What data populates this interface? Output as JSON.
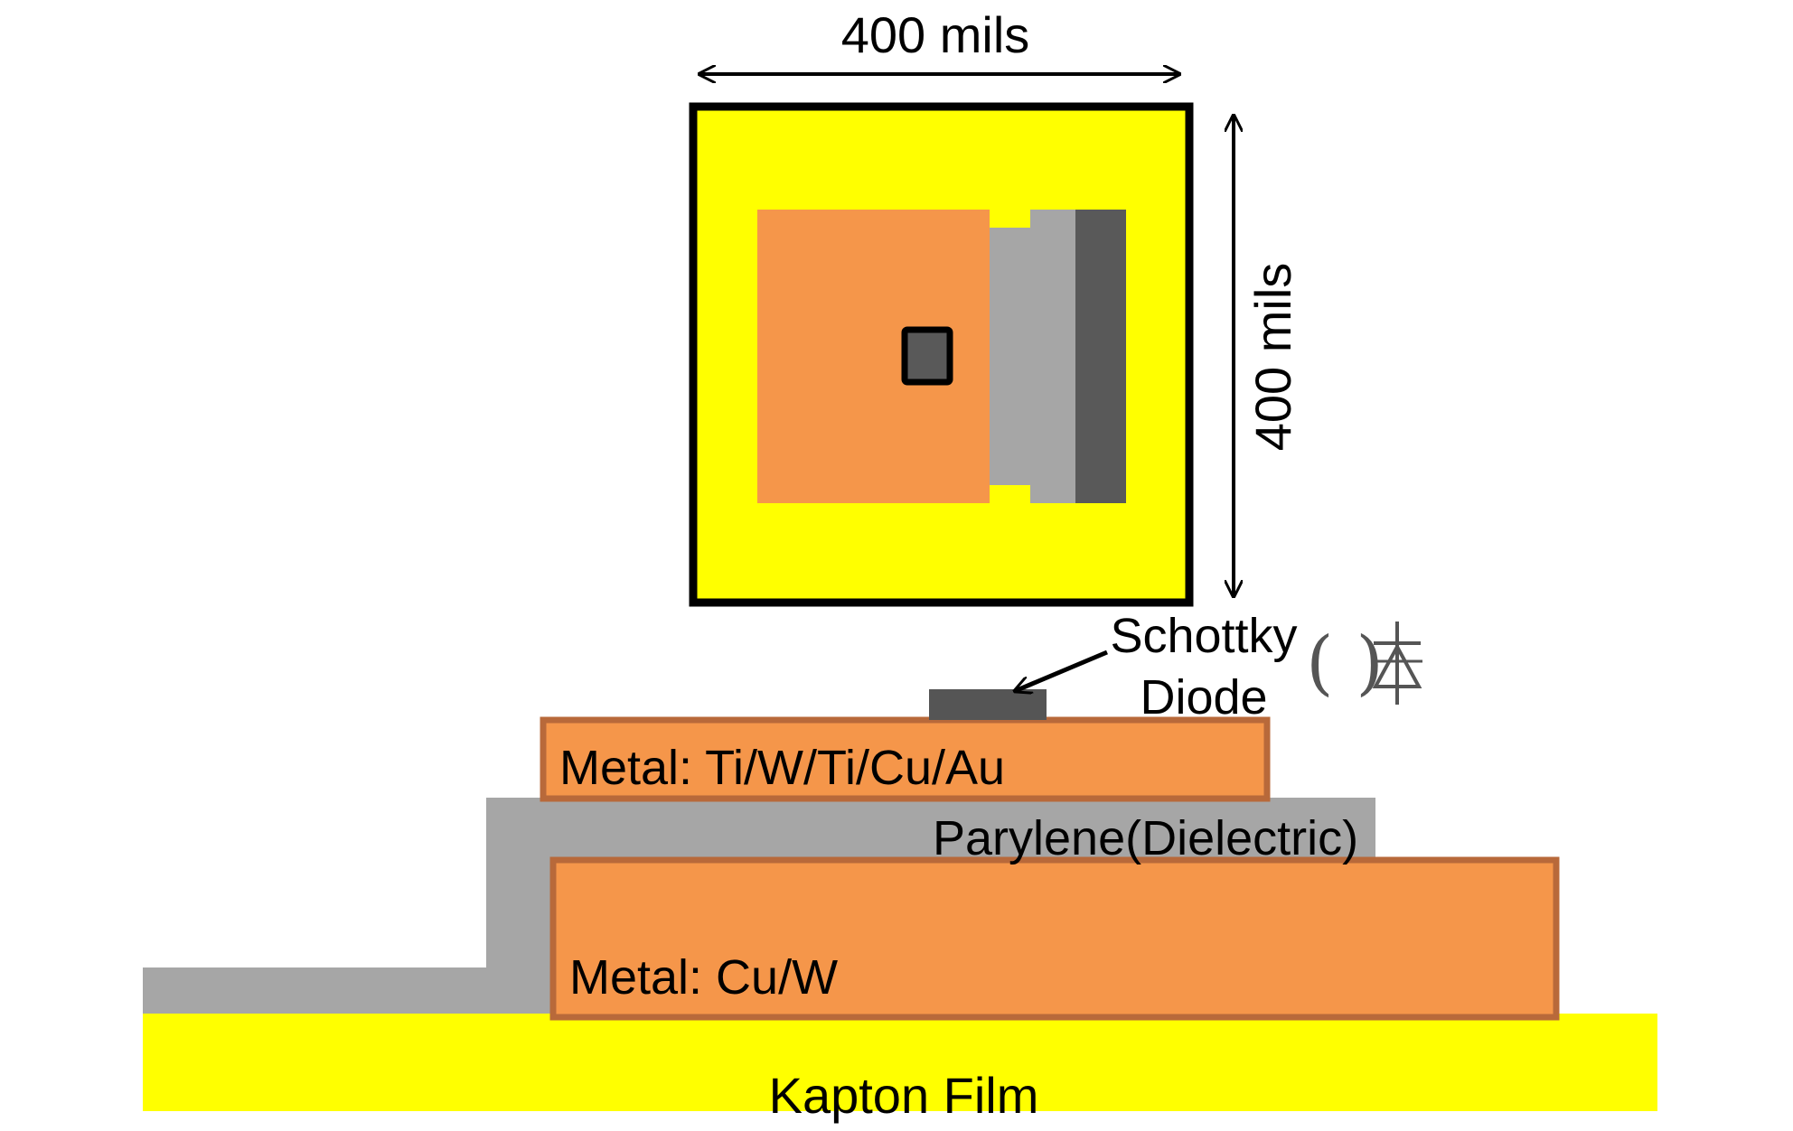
{
  "colors": {
    "kapton": "#ffff00",
    "metal": "#f5964a",
    "metal_border": "#b8693a",
    "parylene": "#a6a6a6",
    "diode": "#555555",
    "top_frame_fill": "#ffff00",
    "outline": "#000000"
  },
  "top_view": {
    "width_label": "400 mils",
    "height_label": "400 mils"
  },
  "cross_section": {
    "diode_label_line1": "Schottky",
    "diode_label_line2": "Diode",
    "diode_symbol": "(⏄)",
    "top_metal_label": "Metal: Ti/W/Ti/Cu/Au",
    "dielectric_label": "Parylene(Dielectric)",
    "bottom_metal_label": "Metal: Cu/W",
    "substrate_label": "Kapton Film"
  }
}
